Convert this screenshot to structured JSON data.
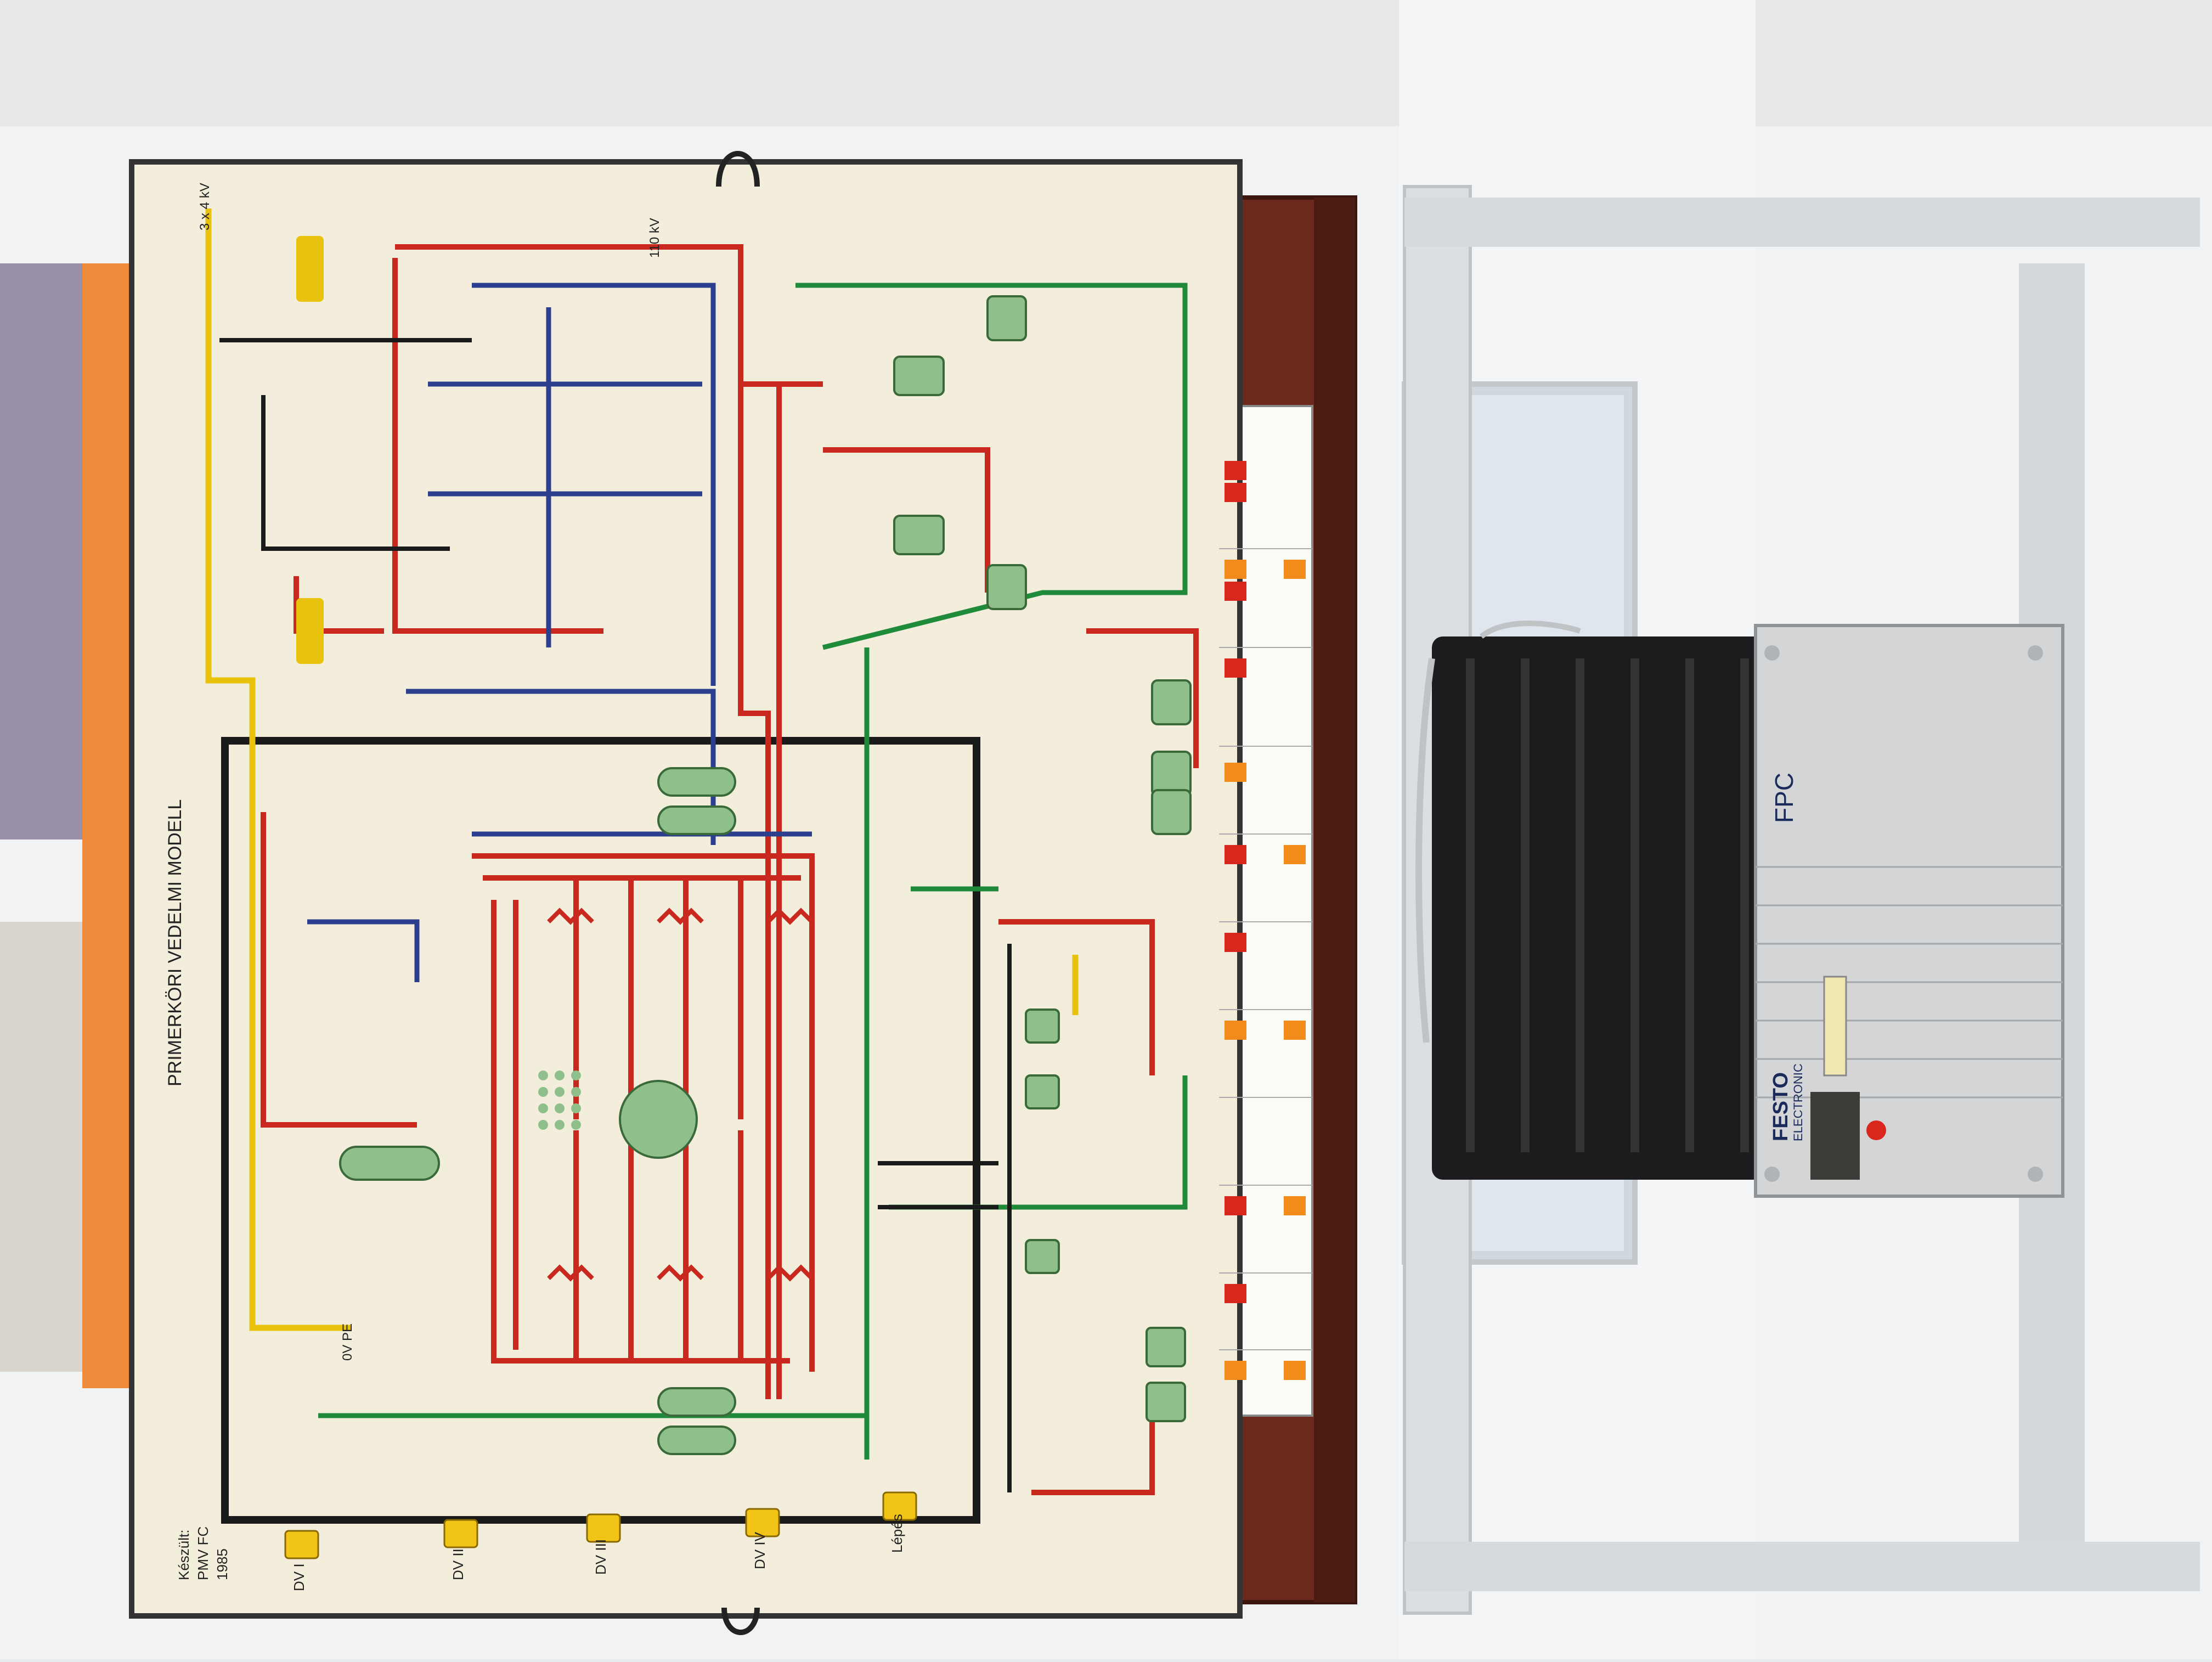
{
  "board": {
    "title": "PRIMERKÖRI VEDELMI MODELL",
    "footer_left": [
      "Készült:",
      "PMV FC",
      "1985"
    ]
  },
  "buttons": [
    "DV I",
    "DV II",
    "DV III",
    "DV IV",
    "Lépés"
  ],
  "signals": [
    "3 x 4 kV",
    "110 kV",
    "0V PE"
  ],
  "rack": {
    "brand": "FESTO",
    "sub_brand": "ELECTRONIC",
    "controller": "FPC"
  },
  "colors": {
    "red": "#c8281e",
    "blue": "#2b3f8c",
    "green": "#1f8a3a",
    "yellow": "#e8c20c",
    "black": "#1a1a1a",
    "board": "#f3eedb",
    "wood": "#6b2a1c"
  }
}
